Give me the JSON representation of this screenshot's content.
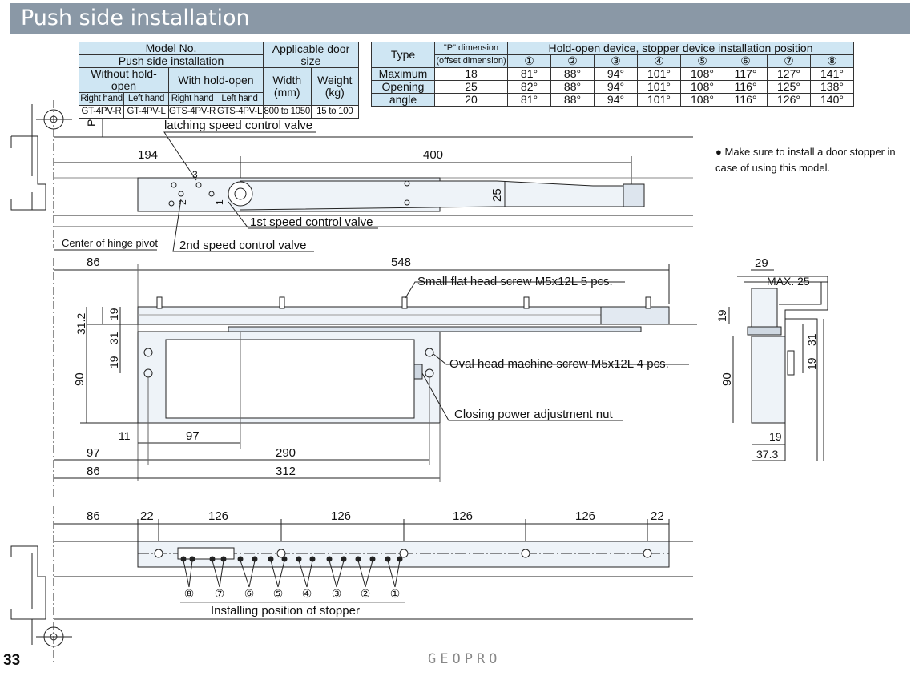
{
  "header": {
    "title": "Push side installation"
  },
  "model_table": {
    "h_model": "Model No.",
    "h_push": "Push side installation",
    "h_app": "Applicable door size",
    "h_without": "Without hold-open",
    "h_with": "With hold-open",
    "h_width": "Width (mm)",
    "h_weight": "Weight (kg)",
    "hands": [
      "Right hand",
      "Left hand",
      "Right hand",
      "Left hand"
    ],
    "models": [
      "GT-4PV-R",
      "GT-4PV-L",
      "GTS-4PV-R",
      "GTS-4PV-L"
    ],
    "width": "800 to 1050",
    "weight": "15 to 100"
  },
  "angle_table": {
    "h_type": "Type",
    "h_p": "\"P\" dimension",
    "h_offset": "(offset dimension)",
    "h_pos": "Hold-open device, stopper device installation position",
    "positions": [
      "①",
      "②",
      "③",
      "④",
      "⑤",
      "⑥",
      "⑦",
      "⑧"
    ],
    "type_label": [
      "Maximum",
      "Opening",
      "angle"
    ],
    "rows": [
      {
        "p": "18",
        "angles": [
          "81°",
          "88°",
          "94°",
          "101°",
          "108°",
          "117°",
          "127°",
          "141°"
        ]
      },
      {
        "p": "25",
        "angles": [
          "82°",
          "88°",
          "94°",
          "101°",
          "108°",
          "116°",
          "125°",
          "138°"
        ]
      },
      {
        "p": "20",
        "angles": [
          "81°",
          "88°",
          "94°",
          "101°",
          "108°",
          "116°",
          "126°",
          "140°"
        ]
      }
    ]
  },
  "labels": {
    "latching": "latching speed control valve",
    "first_valve": "1st speed control valve",
    "second_valve": "2nd speed control valve",
    "hinge_center": "Center of hinge pivot",
    "small_screw": "Small flat head screw M5x12L  5 pcs.",
    "oval_screw": "Oval head machine screw M5x12L  4 pcs.",
    "closing_nut": "Closing power adjustment nut",
    "stopper_pos": "Installing position of stopper",
    "note": "Make sure to install a door stopper in case of using this model.",
    "p_label": "P",
    "valve_3": "3",
    "valve_2": "2",
    "valve_1": "1"
  },
  "dims": {
    "d194": "194",
    "d400": "400",
    "d25": "25",
    "d86": "86",
    "d548": "548",
    "d31_2": "31.2",
    "d19": "19",
    "d31": "31",
    "d90": "90",
    "d11": "11",
    "d97": "97",
    "d290": "290",
    "d312": "312",
    "d29": "29",
    "dmax25": "MAX. 25",
    "d37_3": "37.3",
    "d22": "22",
    "d126": "126"
  },
  "stopper_marks": [
    "⑧",
    "⑦",
    "⑥",
    "⑤",
    "④",
    "③",
    "②",
    "①"
  ],
  "footer": {
    "page": "33",
    "brand": "GEOPRO"
  }
}
